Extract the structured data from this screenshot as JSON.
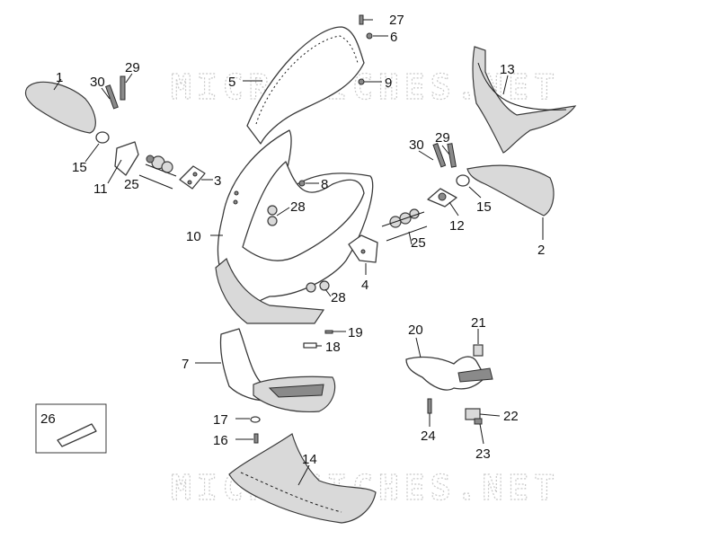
{
  "watermark": {
    "text": "MICROFICHES.NET",
    "color": "#c9c9c9"
  },
  "callouts": {
    "c1": "1",
    "c2": "2",
    "c3": "3",
    "c4": "4",
    "c5": "5",
    "c6": "6",
    "c7": "7",
    "c8": "8",
    "c9": "9",
    "c10": "10",
    "c11": "11",
    "c12": "12",
    "c13": "13",
    "c14": "14",
    "c15a": "15",
    "c15b": "15",
    "c16": "16",
    "c17": "17",
    "c18": "18",
    "c19": "19",
    "c20": "20",
    "c21": "21",
    "c22": "22",
    "c23": "23",
    "c24": "24",
    "c25a": "25",
    "c25b": "25",
    "c26": "26",
    "c27": "27",
    "c28a": "28",
    "c28b": "28",
    "c29a": "29",
    "c29b": "29",
    "c30a": "30",
    "c30b": "30"
  },
  "colors": {
    "line": "#3a3a3a",
    "fill_light": "#d9d9d9",
    "fill_dark": "#8a8a8a"
  }
}
